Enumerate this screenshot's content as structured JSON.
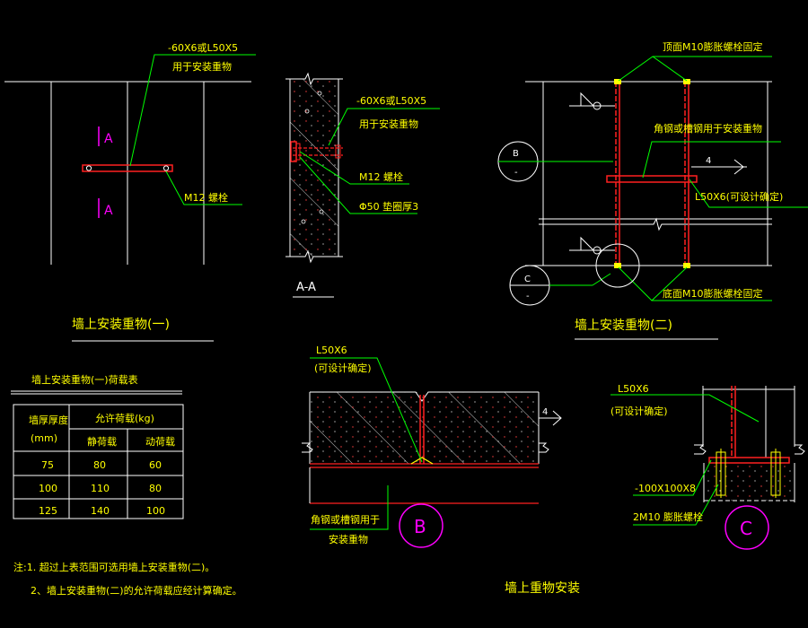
{
  "drawing": {
    "detail1": {
      "callout_material": "-60X6或L50X5",
      "callout_use": "用于安装重物",
      "callout_bolt": "M12 螺栓",
      "section_mark_top": "A",
      "section_mark_bottom": "A",
      "title": "墙上安装重物(一)"
    },
    "section_aa": {
      "callout_material": "-60X6或L50X5",
      "callout_use": "用于安装重物",
      "callout_bolt": "M12 螺栓",
      "callout_washer": "Φ50 垫圈厚3",
      "label": "A-A"
    },
    "detail2": {
      "callout_top": "顶面M10膨胀螺栓固定",
      "callout_channel": "角钢或槽钢用于安装重物",
      "callout_angle": "L50X6(可设计确定)",
      "callout_bottom": "底面M10膨胀螺栓固定",
      "weld_size": "4",
      "ref_b_letter": "B",
      "ref_b_dash": "-",
      "ref_c_letter": "C",
      "ref_c_dash": "-",
      "title": "墙上安装重物(二)"
    },
    "table": {
      "title": "墙上安装重物(一)荷载表",
      "col_thickness": "墙厚厚度",
      "col_thickness_unit": "(mm)",
      "col_load": "允许荷载(kg)",
      "col_static": "静荷载",
      "col_dynamic": "动荷载",
      "rows": [
        {
          "thickness": "75",
          "static": "80",
          "dynamic": "60"
        },
        {
          "thickness": "100",
          "static": "110",
          "dynamic": "80"
        },
        {
          "thickness": "125",
          "static": "140",
          "dynamic": "100"
        }
      ]
    },
    "detail_b": {
      "callout_angle": "L50X6",
      "callout_angle_note": "(可设计确定)",
      "callout_channel_1": "角钢或槽钢用于",
      "callout_channel_2": "安装重物",
      "weld_size": "4",
      "circle_letter": "B"
    },
    "detail_c": {
      "callout_angle": "L50X6",
      "callout_angle_note": "(可设计确定)",
      "callout_plate": "-100X100X8",
      "callout_bolt": "2M10 膨胀螺栓",
      "circle_letter": "C"
    },
    "notes": {
      "note1": "注:1. 超过上表范围可选用墙上安装重物(二)。",
      "note2": "2、墙上安装重物(二)的允许荷载应经计算确定。"
    },
    "main_title": "墙上重物安装"
  },
  "colors": {
    "background": "#000000",
    "text": "#ffff00",
    "leader": "#00ff00",
    "steel": "#ff2020",
    "marker": "#ff00ff",
    "wall": "#ffffff"
  }
}
